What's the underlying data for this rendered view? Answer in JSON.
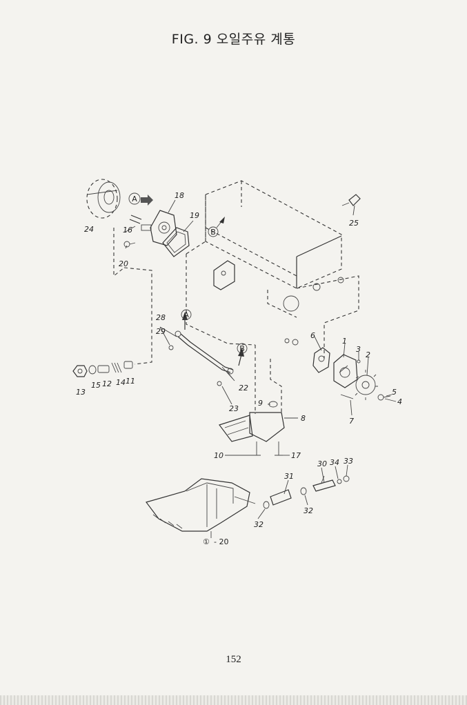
{
  "header": {
    "title": "FIG. 9 오일주유 계통"
  },
  "footer": {
    "page_number": "152"
  },
  "callouts": {
    "c1": "1",
    "c2": "2",
    "c3": "3",
    "c4": "4",
    "c5": "5",
    "c6": "6",
    "c7": "7",
    "c8": "8",
    "c9": "9",
    "c10": "10",
    "c11": "11",
    "c12": "12",
    "c13": "13",
    "c14": "14",
    "c15": "15",
    "c16": "16",
    "c17": "17",
    "c18": "18",
    "c19": "19",
    "c20": "20",
    "c22": "22",
    "c23": "23",
    "c24": "24",
    "c25": "25",
    "c28": "28",
    "c29": "29",
    "c30": "30",
    "c31": "31",
    "c32a": "32",
    "c32b": "32",
    "c33": "33",
    "c34": "34"
  },
  "markers": {
    "a_top": "A",
    "a_mid": "A",
    "b_top": "B",
    "b_mid": "B"
  },
  "range_note": {
    "symbol": "①",
    "text": "- 20"
  }
}
